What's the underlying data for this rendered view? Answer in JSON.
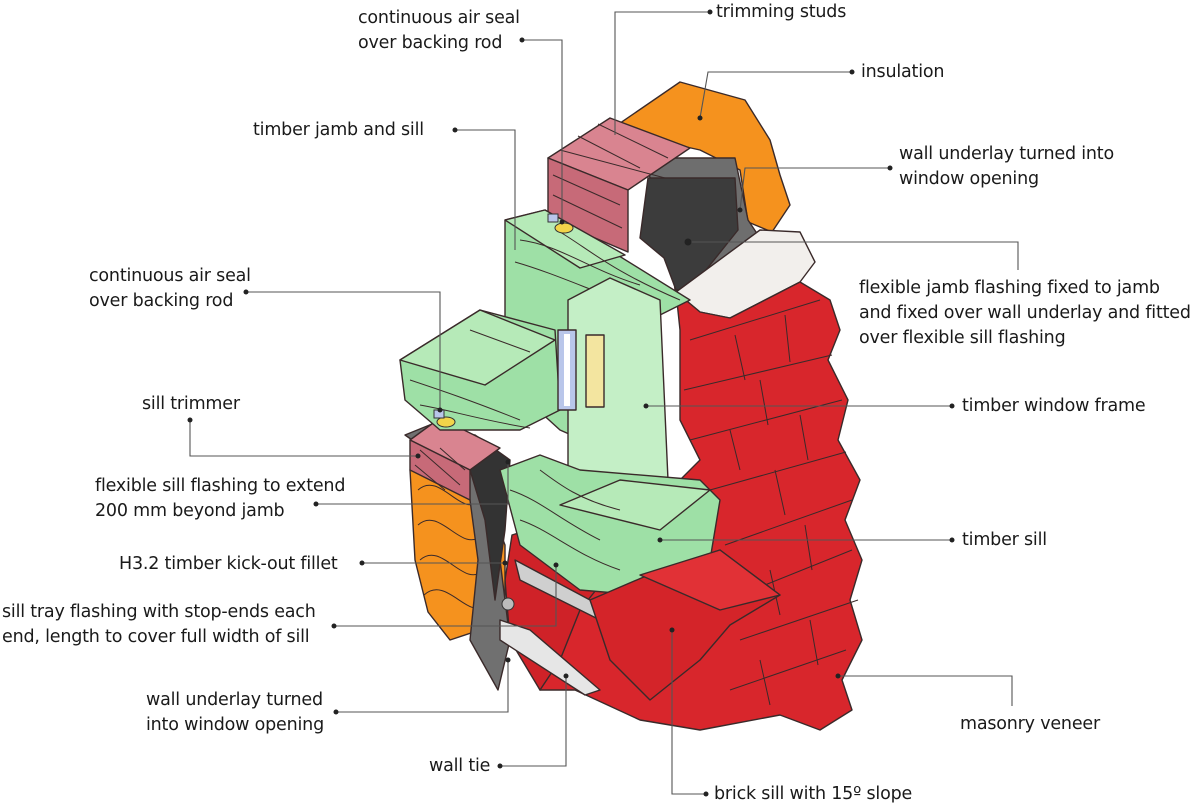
{
  "labels": {
    "air_seal_top_l1": "continuous air seal",
    "air_seal_top_l2": "over backing rod",
    "trimming_studs": "trimming studs",
    "insulation": "insulation",
    "timber_jamb_sill": "timber jamb and sill",
    "wall_underlay_top_l1": "wall underlay turned into",
    "wall_underlay_top_l2": "window opening",
    "air_seal_left_l1": "continuous air seal",
    "air_seal_left_l2": "over backing rod",
    "jamb_flashing_l1": "flexible jamb flashing fixed to jamb",
    "jamb_flashing_l2": "and fixed over wall underlay and fitted",
    "jamb_flashing_l3": "over flexible sill flashing",
    "sill_trimmer": "sill trimmer",
    "timber_window_frame": "timber window frame",
    "sill_flashing_l1": "flexible sill flashing to extend",
    "sill_flashing_l2": "200 mm beyond jamb",
    "timber_sill": "timber sill",
    "kick_out_fillet": "H3.2 timber kick-out fillet",
    "sill_tray_l1": "sill tray flashing with stop-ends each",
    "sill_tray_l2": "end, length to cover full width of sill",
    "wall_underlay_bottom_l1": "wall underlay turned",
    "wall_underlay_bottom_l2": "into window opening",
    "masonry_veneer": "masonry veneer",
    "wall_tie": "wall tie",
    "brick_sill_slope": "brick sill with 15º slope"
  },
  "colors": {
    "brick": "#d8262c",
    "brick_dark": "#a81c22",
    "mortar": "#f2efec",
    "timber": "#9ee0a6",
    "timber_light": "#c4efc6",
    "insulation": "#f5921e",
    "underlay": "#6e6e6e",
    "flashing_black": "#3a3a3a",
    "stud_pink": "#d98490",
    "glass": "#b9c6ea"
  }
}
